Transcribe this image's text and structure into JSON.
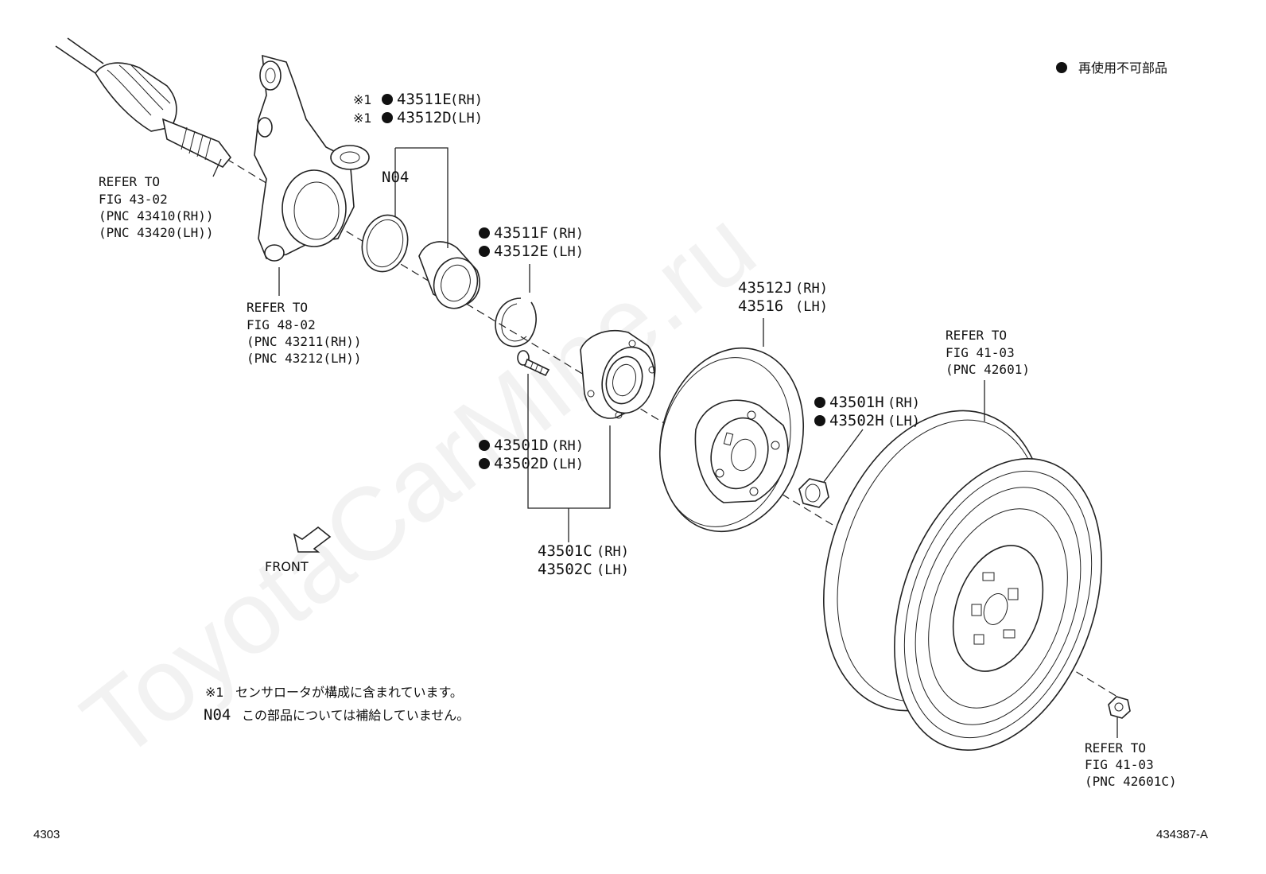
{
  "legend": {
    "symbol": "●",
    "text": "再使用不可部品"
  },
  "watermark": "ToyotaCarMine.ru",
  "refs": {
    "driveshaft": [
      "REFER TO",
      "FIG 43-02",
      "(PNC 43410(RH))",
      "(PNC 43420(LH))"
    ],
    "knuckle": [
      "REFER TO",
      "FIG 48-02",
      "(PNC 43211(RH))",
      "(PNC 43212(LH))"
    ],
    "wheel": [
      "REFER TO",
      "FIG 41-03",
      "(PNC 42601)"
    ],
    "wheel_nut": [
      "REFER TO",
      "FIG 41-03",
      "(PNC 42601C)"
    ]
  },
  "parts": {
    "bearing_rh": {
      "prefix": "※1",
      "number": "43511E",
      "side": "(RH)"
    },
    "bearing_lh": {
      "prefix": "※1",
      "number": "43512D",
      "side": "(LH)"
    },
    "n04": "N04",
    "snap_rh": {
      "number": "43511F",
      "side": "(RH)"
    },
    "snap_lh": {
      "number": "43512E",
      "side": "(LH)"
    },
    "disc_rh": {
      "number": "43512J",
      "side": "(RH)"
    },
    "disc_lh": {
      "number": "43516",
      "side": "(LH)"
    },
    "nut_rh": {
      "number": "43501H",
      "side": "(RH)"
    },
    "nut_lh": {
      "number": "43502H",
      "side": "(LH)"
    },
    "bolt_rh": {
      "number": "43501D",
      "side": "(RH)"
    },
    "bolt_lh": {
      "number": "43502D",
      "side": "(LH)"
    },
    "hub_rh": {
      "number": "43501C",
      "side": "(RH)"
    },
    "hub_lh": {
      "number": "43502C",
      "side": "(LH)"
    }
  },
  "front_label": "FRONT",
  "notes": [
    {
      "key": "※1",
      "text": "センサロータが構成に含まれています。"
    },
    {
      "key": "N04",
      "text": "この部品については補給していません。"
    }
  ],
  "footer": {
    "left": "4303",
    "right": "434387-A"
  }
}
